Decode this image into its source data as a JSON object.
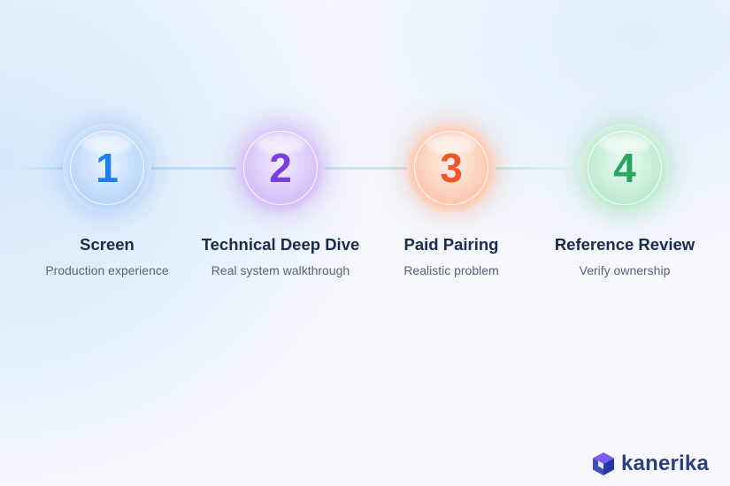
{
  "steps": [
    {
      "number": "1",
      "title": "Screen",
      "subtitle": "Production experience",
      "color": "#1f7ef0"
    },
    {
      "number": "2",
      "title": "Technical Deep Dive",
      "subtitle": "Real system walkthrough",
      "color": "#7b3fe0"
    },
    {
      "number": "3",
      "title": "Paid Pairing",
      "subtitle": "Realistic problem",
      "color": "#f0582a"
    },
    {
      "number": "4",
      "title": "Reference Review",
      "subtitle": "Verify ownership",
      "color": "#2aa65e"
    }
  ],
  "brand": {
    "name": "kanerika",
    "logo_icon": "cube-logo-icon",
    "colors": [
      "#3b4fb8",
      "#7b5cf0",
      "#2d3f7a"
    ]
  }
}
